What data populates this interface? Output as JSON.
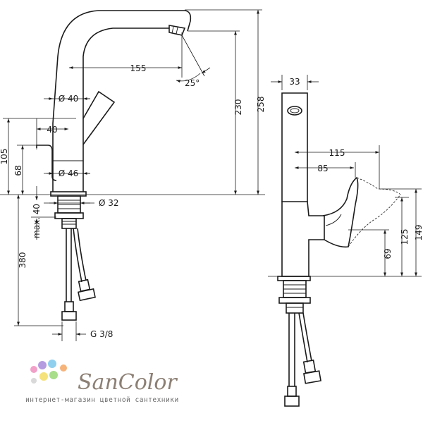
{
  "drawing": {
    "front_view": {
      "spout_reach": "155",
      "spout_angle": "25°",
      "body_diameter_top": "Ø 40",
      "body_depth": "40",
      "body_diameter_base": "Ø 46",
      "height_to_outlet": "230",
      "total_height": "258",
      "lever_height": "105",
      "lower_height": "68",
      "thread_diameter": "Ø 32",
      "max_counter": "max. 40",
      "hose_length": "380",
      "connection": "G 3/8"
    },
    "side_view": {
      "body_width": "33",
      "reach_open": "115",
      "reach_closed": "85",
      "height_149": "149",
      "height_125": "125",
      "height_69": "69"
    }
  },
  "logo": {
    "name": "SanColor",
    "tagline": "интернет-магазин цветной сантехники",
    "dot_colors": [
      "#f2a0c8",
      "#b59ce0",
      "#8fd0ee",
      "#f5e27a",
      "#a8dd8a",
      "#f6b37a",
      "#d9d9d9"
    ]
  }
}
